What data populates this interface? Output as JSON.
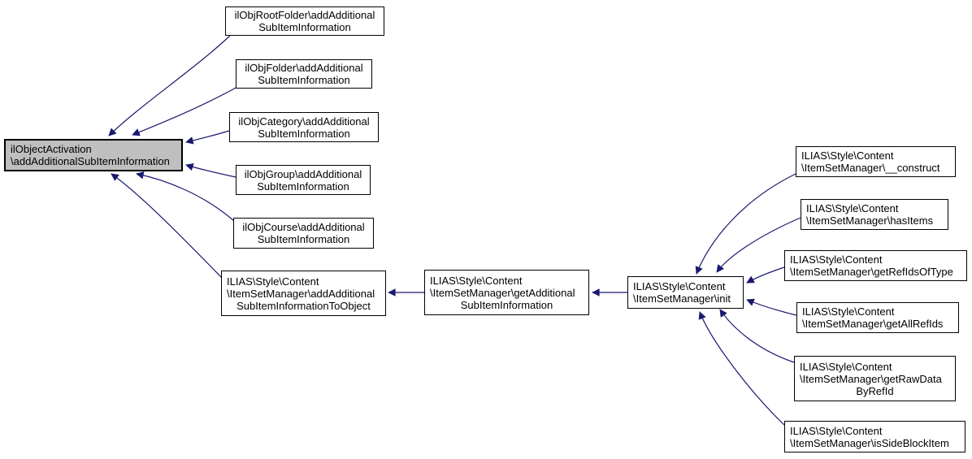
{
  "diagram": {
    "kind": "caller-graph",
    "background": "#ffffff",
    "edge_color": "#191970",
    "node_fill": "#ffffff",
    "node_border_color": "#000000",
    "highlight_fill": "#bfbfbf"
  },
  "nodes": [
    {
      "id": "target",
      "highlight": true,
      "lines": [
        "ilObjectActivation",
        "\\addAdditionalSubItemInformation"
      ]
    },
    {
      "id": "rootfolder",
      "lines": [
        "ilObjRootFolder\\addAdditional",
        "SubItemInformation"
      ]
    },
    {
      "id": "folder",
      "lines": [
        "ilObjFolder\\addAdditional",
        "SubItemInformation"
      ]
    },
    {
      "id": "category",
      "lines": [
        "ilObjCategory\\addAdditional",
        "SubItemInformation"
      ]
    },
    {
      "id": "group",
      "lines": [
        "ilObjGroup\\addAdditional",
        "SubItemInformation"
      ]
    },
    {
      "id": "course",
      "lines": [
        "ilObjCourse\\addAdditional",
        "SubItemInformation"
      ]
    },
    {
      "id": "addtoobject",
      "lines": [
        "ILIAS\\Style\\Content",
        "\\ItemSetManager\\addAdditional",
        "SubItemInformationToObject"
      ]
    },
    {
      "id": "getadditional",
      "lines": [
        "ILIAS\\Style\\Content",
        "\\ItemSetManager\\getAdditional",
        "SubItemInformation"
      ]
    },
    {
      "id": "init",
      "lines": [
        "ILIAS\\Style\\Content",
        "\\ItemSetManager\\init"
      ]
    },
    {
      "id": "construct",
      "lines": [
        "ILIAS\\Style\\Content",
        "\\ItemSetManager\\__construct"
      ]
    },
    {
      "id": "hasitems",
      "lines": [
        "ILIAS\\Style\\Content",
        "\\ItemSetManager\\hasItems"
      ]
    },
    {
      "id": "getrefidsoftype",
      "lines": [
        "ILIAS\\Style\\Content",
        "\\ItemSetManager\\getRefIdsOfType"
      ]
    },
    {
      "id": "getallrefids",
      "lines": [
        "ILIAS\\Style\\Content",
        "\\ItemSetManager\\getAllRefIds"
      ]
    },
    {
      "id": "getrawdata",
      "lines": [
        "ILIAS\\Style\\Content",
        "\\ItemSetManager\\getRawData",
        "ByRefId"
      ]
    },
    {
      "id": "issideblock",
      "lines": [
        "ILIAS\\Style\\Content",
        "\\ItemSetManager\\isSideBlockItem"
      ]
    }
  ],
  "edges": [
    {
      "from": "rootfolder",
      "to": "target"
    },
    {
      "from": "folder",
      "to": "target"
    },
    {
      "from": "category",
      "to": "target"
    },
    {
      "from": "group",
      "to": "target"
    },
    {
      "from": "course",
      "to": "target"
    },
    {
      "from": "addtoobject",
      "to": "target"
    },
    {
      "from": "getadditional",
      "to": "addtoobject"
    },
    {
      "from": "init",
      "to": "getadditional"
    },
    {
      "from": "construct",
      "to": "init"
    },
    {
      "from": "hasitems",
      "to": "init"
    },
    {
      "from": "getrefidsoftype",
      "to": "init"
    },
    {
      "from": "getallrefids",
      "to": "init"
    },
    {
      "from": "getrawdata",
      "to": "init"
    },
    {
      "from": "issideblock",
      "to": "init"
    }
  ]
}
